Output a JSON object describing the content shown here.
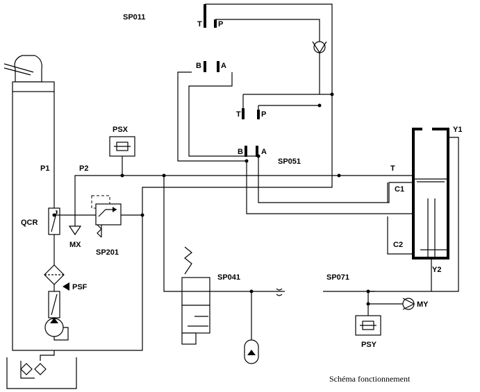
{
  "labels": {
    "sp011": "SP011",
    "sp051": "SP051",
    "sp041": "SP041",
    "sp071": "SP071",
    "sp201": "SP201",
    "psx": "PSX",
    "psy": "PSY",
    "psf": "PSF",
    "p1": "P1",
    "p2": "P2",
    "qcr": "QCR",
    "mx": "MX",
    "my": "MY",
    "y1": "Y1",
    "y2": "Y2",
    "c1": "C1",
    "c2": "C2",
    "t_main": "T",
    "port_t_top": "T",
    "port_p_top": "P",
    "port_b_top": "B",
    "port_a_top": "A",
    "port_t_low": "T",
    "port_p_low": "P",
    "port_b_low": "B",
    "port_a_low": "A"
  },
  "caption": "Schéma fonctionnement"
}
